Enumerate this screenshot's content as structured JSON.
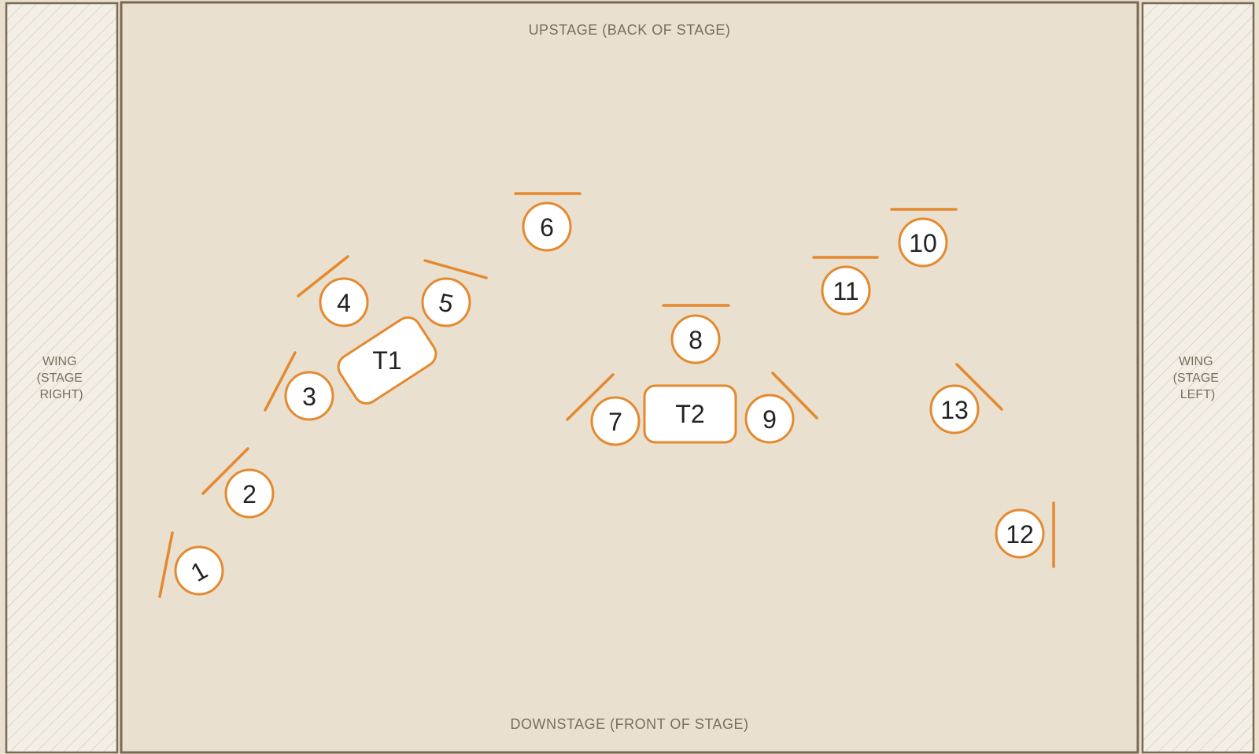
{
  "stage": {
    "upstage_label": "UPSTAGE  (BACK OF STAGE)",
    "downstage_label": "DOWNSTAGE  (FRONT OF STAGE)"
  },
  "wings": {
    "left": [
      "WING",
      "(STAGE",
      "RIGHT)"
    ],
    "right": [
      "WING",
      "(STAGE",
      "LEFT)"
    ]
  },
  "tables": [
    {
      "id": "t1",
      "label": "T1"
    },
    {
      "id": "t2",
      "label": "T2"
    }
  ],
  "seats": [
    {
      "id": "seat-1",
      "label": "1"
    },
    {
      "id": "seat-2",
      "label": "2"
    },
    {
      "id": "seat-3",
      "label": "3"
    },
    {
      "id": "seat-4",
      "label": "4"
    },
    {
      "id": "seat-5",
      "label": "5"
    },
    {
      "id": "seat-6",
      "label": "6"
    },
    {
      "id": "seat-7",
      "label": "7"
    },
    {
      "id": "seat-8",
      "label": "8"
    },
    {
      "id": "seat-9",
      "label": "9"
    },
    {
      "id": "seat-10",
      "label": "10"
    },
    {
      "id": "seat-11",
      "label": "11"
    },
    {
      "id": "seat-12",
      "label": "12"
    },
    {
      "id": "seat-13",
      "label": "13"
    }
  ],
  "colors": {
    "stage_fill": "#e9e0cf",
    "border": "#7a6a52",
    "wing_fill": "#f3efe7",
    "wing_hatch": "#cfc6b6",
    "seat_stroke": "#e5892f",
    "seat_fill": "#ffffff",
    "text": "#222222",
    "label_text": "#7a6e5d"
  }
}
